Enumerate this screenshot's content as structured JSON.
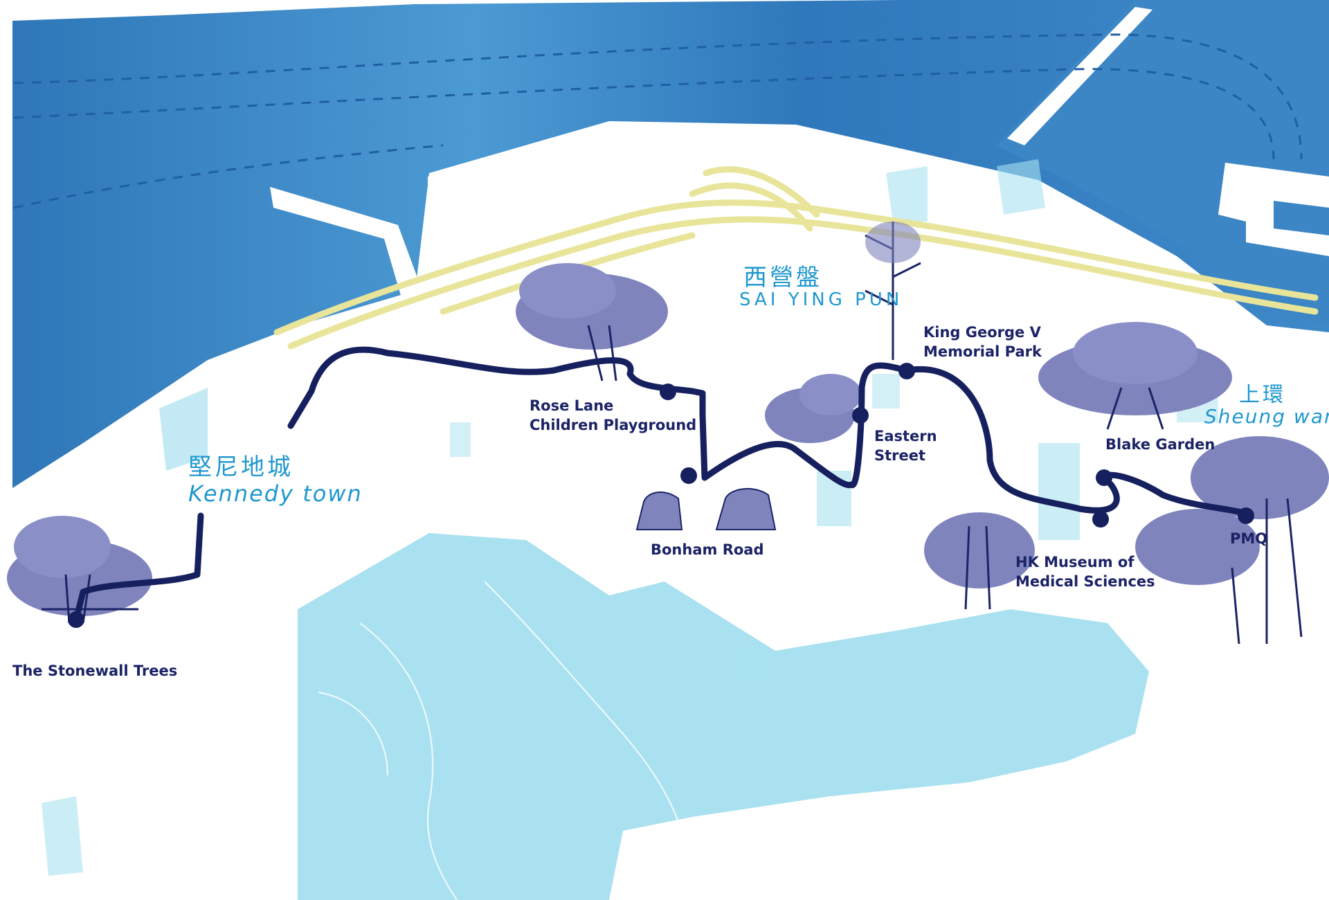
{
  "colors": {
    "sea": "#3f8fcc",
    "park": "#a9e1f0",
    "road": "#eae79a",
    "route": "#16205e",
    "tree": "#7f84bd",
    "district_text": "#1f97cf",
    "label_text": "#1b2366"
  },
  "districts": {
    "kennedy_town": {
      "zh": "堅尼地城",
      "en": "Kennedy town"
    },
    "sai_ying_pun": {
      "zh": "西營盤",
      "en": "SAI YING PUN"
    },
    "sheung_wan": {
      "zh": "上環",
      "en": "Sheung wan"
    }
  },
  "stops": [
    {
      "name": "The Stonewall Trees"
    },
    {
      "name": "Rose Lane\nChildren Playground"
    },
    {
      "name": "Bonham Road"
    },
    {
      "name": "Eastern\nStreet"
    },
    {
      "name": "King George V\nMemorial Park"
    },
    {
      "name": "HK Museum of\nMedical Sciences"
    },
    {
      "name": "Blake Garden"
    },
    {
      "name": "PMQ"
    }
  ],
  "icons": [
    "tree-icon",
    "tree-stump-icon",
    "route-stop-marker"
  ]
}
